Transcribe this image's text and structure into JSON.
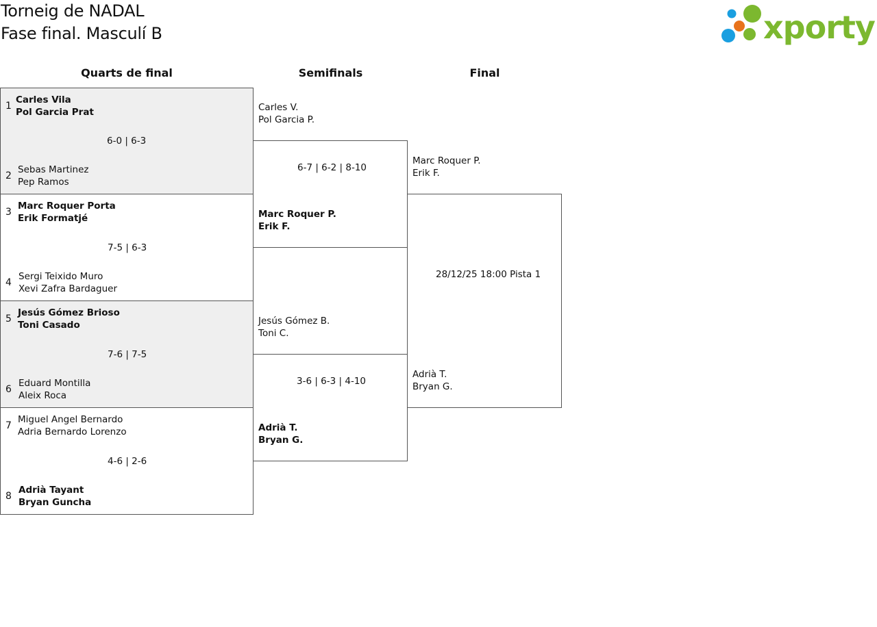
{
  "header": {
    "title_line1": "Torneig de NADAL",
    "title_line2": "Fase final. Masculí B",
    "logo_text": "xporty",
    "logo_colors": {
      "green": "#7cb82f",
      "blue": "#1a9fe0",
      "orange": "#e8731c"
    }
  },
  "columns": {
    "quarters": "Quarts de final",
    "semis": "Semifinals",
    "final": "Final"
  },
  "quarterfinals": [
    {
      "score": "6-0 | 6-3",
      "top": {
        "seed": "1",
        "p1": "Carles Vila",
        "p2": "Pol Garcia Prat"
      },
      "bottom": {
        "seed": "2",
        "p1": "Sebas Martinez",
        "p2": "Pep Ramos"
      }
    },
    {
      "score": "7-5 | 6-3",
      "top": {
        "seed": "3",
        "p1": "Marc Roquer Porta",
        "p2": "Erik Formatjé"
      },
      "bottom": {
        "seed": "4",
        "p1": "Sergi Teixido Muro",
        "p2": "Xevi Zafra Bardaguer"
      }
    },
    {
      "score": "7-6 | 7-5",
      "top": {
        "seed": "5",
        "p1": "Jesús Gómez Brioso",
        "p2": "Toni Casado"
      },
      "bottom": {
        "seed": "6",
        "p1": "Eduard Montilla",
        "p2": "Aleix Roca"
      }
    },
    {
      "score": "4-6 | 2-6",
      "top": {
        "seed": "7",
        "p1": "Miguel Angel Bernardo",
        "p2": "Adria Bernardo Lorenzo"
      },
      "bottom": {
        "seed": "8",
        "p1": "Adrià Tayant",
        "p2": "Bryan Guncha"
      }
    }
  ],
  "semifinals": [
    {
      "score": "6-7 | 6-2 | 8-10",
      "top": {
        "p1": "Carles V.",
        "p2": "Pol Garcia P."
      },
      "bottom": {
        "p1": "Marc Roquer P.",
        "p2": "Erik F."
      }
    },
    {
      "score": "3-6 | 6-3 | 4-10",
      "top": {
        "p1": "Jesús Gómez B.",
        "p2": "Toni C."
      },
      "bottom": {
        "p1": "Adrià T.",
        "p2": "Bryan G."
      }
    }
  ],
  "final": {
    "schedule": "28/12/25 18:00 Pista 1",
    "top": {
      "p1": "Marc Roquer P.",
      "p2": "Erik F."
    },
    "bottom": {
      "p1": "Adrià T.",
      "p2": "Bryan G."
    }
  }
}
